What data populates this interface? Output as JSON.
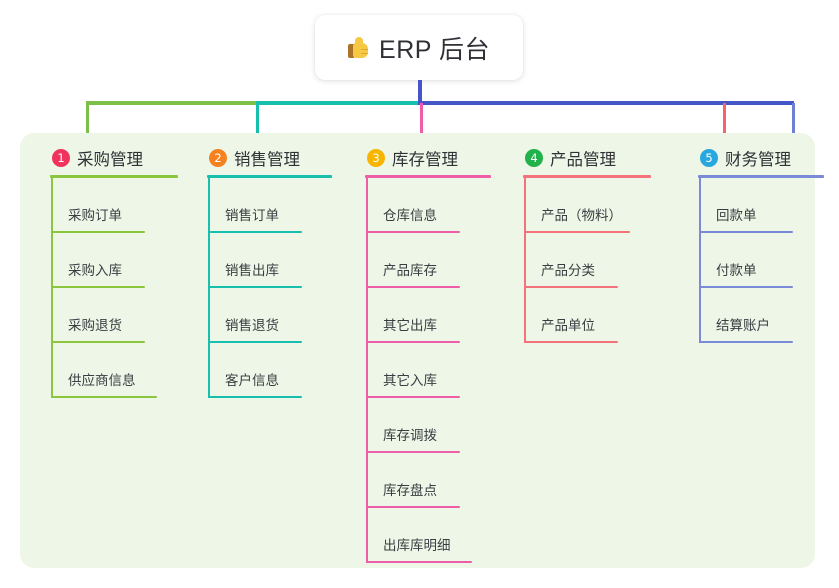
{
  "root": {
    "icon": "thumbs-up-icon",
    "title": "ERP 后台"
  },
  "colors": {
    "panel_background": "#eef7e7",
    "trunk": "#4455c7",
    "bus_left": "#7cc04a",
    "bus_mid": "#16bfae",
    "bus_right": "#4455c7"
  },
  "columns": [
    {
      "number": "1",
      "title": "采购管理",
      "badge_color": "#f0335c",
      "line_color": "#8cc63f",
      "drop_color": "#7cc04a",
      "items": [
        {
          "label": "采购订单"
        },
        {
          "label": "采购入库"
        },
        {
          "label": "采购退货"
        },
        {
          "label": "供应商信息"
        }
      ]
    },
    {
      "number": "2",
      "title": "销售管理",
      "badge_color": "#f5821f",
      "line_color": "#16bfae",
      "drop_color": "#16bfae",
      "items": [
        {
          "label": "销售订单"
        },
        {
          "label": "销售出库"
        },
        {
          "label": "销售退货"
        },
        {
          "label": "客户信息"
        }
      ]
    },
    {
      "number": "3",
      "title": "库存管理",
      "badge_color": "#f7b500",
      "line_color": "#ee5da8",
      "drop_color": "#ee5da8",
      "items": [
        {
          "label": "仓库信息"
        },
        {
          "label": "产品库存"
        },
        {
          "label": "其它出库"
        },
        {
          "label": "其它入库"
        },
        {
          "label": "库存调拨"
        },
        {
          "label": "库存盘点"
        },
        {
          "label": "出库库明细"
        }
      ]
    },
    {
      "number": "4",
      "title": "产品管理",
      "badge_color": "#22b24c",
      "line_color": "#f4737a",
      "drop_color": "#f4646b",
      "items": [
        {
          "label": "产品（物料）"
        },
        {
          "label": "产品分类"
        },
        {
          "label": "产品单位"
        }
      ]
    },
    {
      "number": "5",
      "title": "财务管理",
      "badge_color": "#29a8e0",
      "line_color": "#7a8ad6",
      "drop_color": "#6f7fd4",
      "items": [
        {
          "label": "回款单"
        },
        {
          "label": "付款单"
        },
        {
          "label": "结算账户"
        }
      ]
    }
  ]
}
